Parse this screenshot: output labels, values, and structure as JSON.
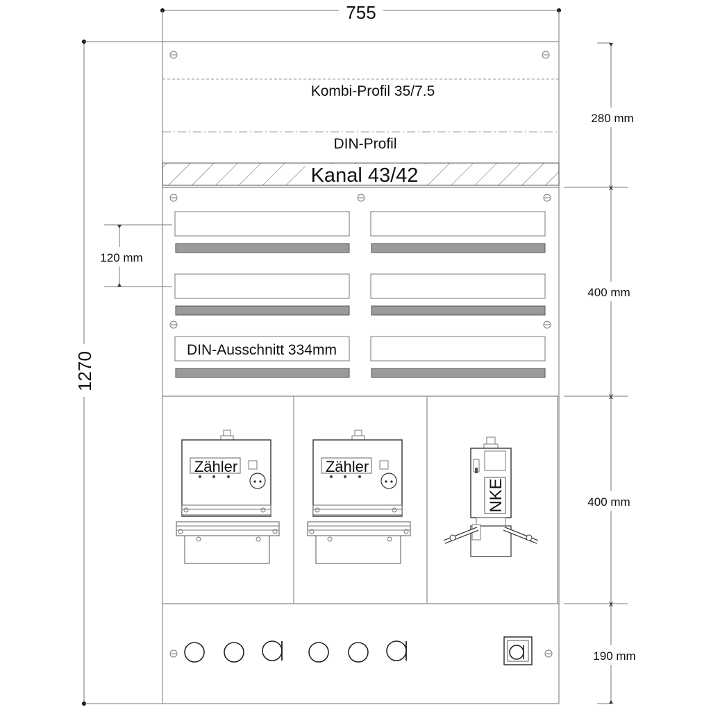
{
  "dimensions": {
    "width_label": "755",
    "height_label": "1270",
    "section_top_label": "280 mm",
    "section_mid_label": "400 mm",
    "section_meter_label": "400 mm",
    "section_bottom_label": "190 mm",
    "rail_spacing_label": "120 mm"
  },
  "top_section": {
    "kombi_label": "Kombi-Profil 35/7.5",
    "din_label": "DIN-Profil",
    "kanal_label": "Kanal 43/42"
  },
  "din_section": {
    "cutout_label": "DIN-Ausschnitt 334mm"
  },
  "meters": [
    {
      "label": "Zähler"
    },
    {
      "label": "Zähler"
    }
  ],
  "nke": {
    "label": "NKE"
  }
}
